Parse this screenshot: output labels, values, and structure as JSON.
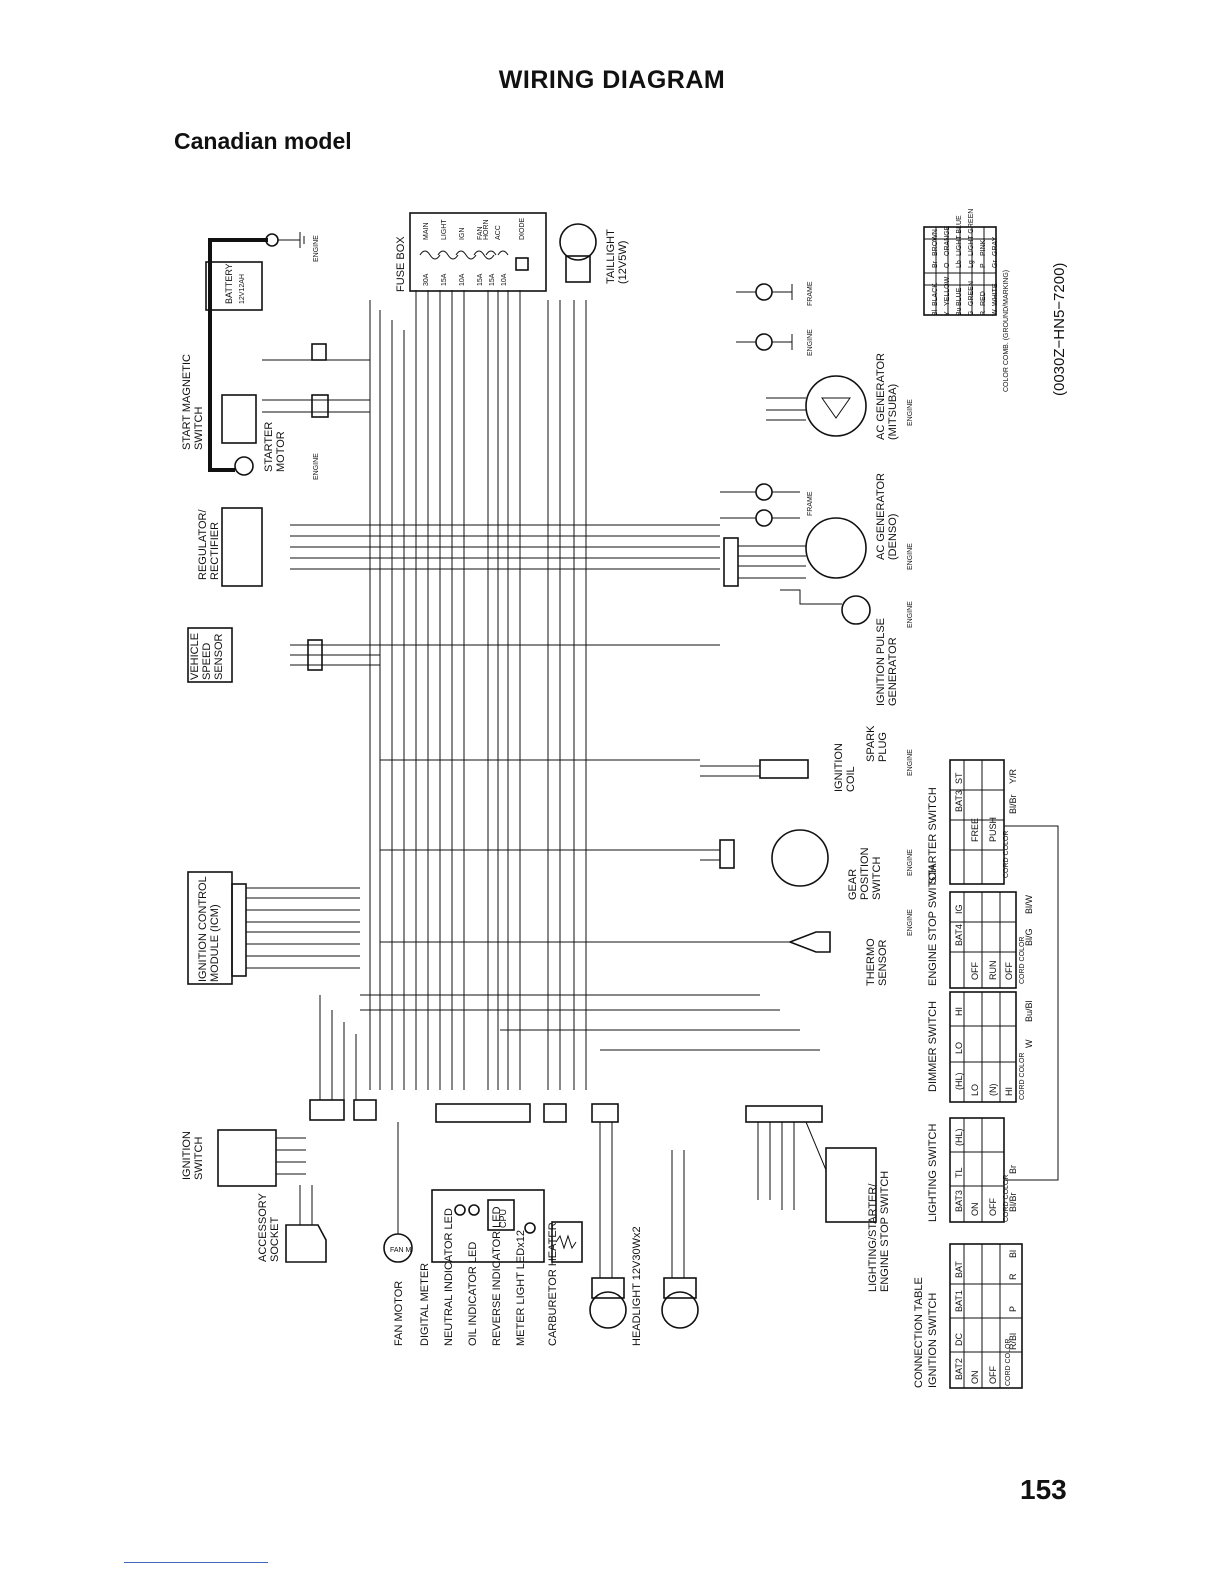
{
  "header": {
    "title": "WIRING DIAGRAM",
    "subtitle": "Canadian model"
  },
  "footer": {
    "page_number": "153",
    "part_number": "(0030Z−HN5−7200)"
  },
  "components": {
    "battery": "BATTERY",
    "battery_spec": "12V12AH",
    "start_magnetic_switch": [
      "START MAGNETIC",
      "SWITCH"
    ],
    "starter_motor": [
      "STARTER",
      "MOTOR"
    ],
    "regulator_rectifier": [
      "REGULATOR/",
      "RECTIFIER"
    ],
    "vehicle_speed_sensor": [
      "VEHICLE",
      "SPEED",
      "SENSOR"
    ],
    "icm": [
      "IGNITION CONTROL",
      "MODULE (ICM)"
    ],
    "ignition_switch": [
      "IGNITION",
      "SWITCH"
    ],
    "accessory_socket": [
      "ACCESSORY",
      "SOCKET"
    ],
    "fuse_box": "FUSE BOX",
    "fuse_names": [
      "MAIN",
      "LIGHT",
      "IGN",
      "FAN",
      "HORN",
      "ACC",
      "DIODE"
    ],
    "fuse_ratings": [
      "30A",
      "15A",
      "10A",
      "15A",
      "15A",
      "10A"
    ],
    "taillight": [
      "TAILLIGHT",
      "(12V5W)"
    ],
    "ac_generator_mitsuba": [
      "AC GENERATOR",
      "(MITSUBA)"
    ],
    "ac_generator_denso": [
      "AC GENERATOR",
      "(DENSO)"
    ],
    "ignition_pulse_generator": [
      "IGNITION PULSE",
      "GENERATOR"
    ],
    "ignition_coil": [
      "IGNITION",
      "COIL"
    ],
    "spark_plug": [
      "SPARK",
      "PLUG"
    ],
    "gear_position_switch": [
      "GEAR",
      "POSITION",
      "SWITCH"
    ],
    "thermo_sensor": [
      "THERMO",
      "SENSOR"
    ],
    "bottom_labels": [
      "FAN MOTOR",
      "DIGITAL METER",
      "NEUTRAL INDICATOR LED",
      "OIL INDICATOR LED",
      "REVERSE INDICATOR LED",
      "METER LIGHT LEDx12",
      "CARBURETOR HEATER",
      "HEADLIGHT 12V30Wx2"
    ],
    "lighting_starter_switch": [
      "LIGHTING/STARTER/",
      "ENGINE STOP SWITCH"
    ],
    "cpu": "CPU",
    "fan_motor_symbol": "FAN M",
    "ground_engine": "ENGINE",
    "ground_frame": "FRAME"
  },
  "color_legend": {
    "rows": [
      [
        "Bl",
        "BLACK",
        "Br",
        "BROWN"
      ],
      [
        "Y",
        "YELLOW",
        "O",
        "ORANGE"
      ],
      [
        "Bu",
        "BLUE",
        "Lb",
        "LIGHT BLUE"
      ],
      [
        "G",
        "GREEN",
        "Lg",
        "LIGHT GREEN"
      ],
      [
        "R",
        "RED",
        "P",
        "PINK"
      ],
      [
        "W",
        "WHITE",
        "Gr",
        "GRAY"
      ]
    ],
    "note": "COLOR COMB. (GROUND/MARKING)"
  },
  "switch_tables": {
    "caption": [
      "CONNECTION TABLE",
      "IGNITION SWITCH"
    ],
    "ignition": {
      "title": "",
      "header": [
        "",
        "BAT2",
        "DC",
        "BAT1",
        "BAT"
      ],
      "rows": [
        [
          "ON",
          "",
          "",
          "",
          ""
        ],
        [
          "OFF",
          "",
          "",
          "",
          ""
        ]
      ],
      "color_row": [
        "CORD COLOR",
        "R/Bl",
        "P",
        "R",
        "Bl"
      ]
    },
    "lighting": {
      "title": "LIGHTING SWITCH",
      "header": [
        "",
        "BAT3",
        "TL",
        "(HL)"
      ],
      "rows": [
        [
          "ON",
          "",
          "",
          ""
        ],
        [
          "OFF",
          "",
          "",
          ""
        ]
      ],
      "color_row": [
        "CORD COLOR",
        "Bl/Br",
        "Br",
        ""
      ]
    },
    "dimmer": {
      "title": "DIMMER SWITCH",
      "header": [
        "",
        "(HL)",
        "LO",
        "HI"
      ],
      "rows": [
        [
          "LO",
          "",
          "",
          ""
        ],
        [
          "(N)",
          "",
          "",
          ""
        ],
        [
          "HI",
          "",
          "",
          ""
        ]
      ],
      "color_row": [
        "CORD COLOR",
        "",
        "W",
        "Bu/Bl"
      ]
    },
    "engine_stop": {
      "title": "ENGINE STOP SWITCH",
      "header": [
        "",
        "BAT4",
        "IG"
      ],
      "rows": [
        [
          "OFF",
          "",
          ""
        ],
        [
          "RUN",
          "",
          ""
        ],
        [
          "OFF",
          "",
          ""
        ]
      ],
      "color_row": [
        "CORD COLOR",
        "Bl/G",
        "Bl/W"
      ]
    },
    "starter": {
      "title": "STARTER SWITCH",
      "header": [
        "",
        "BAT3",
        "ST"
      ],
      "rows": [
        [
          "FREE",
          "",
          ""
        ],
        [
          "PUSH",
          "",
          ""
        ]
      ],
      "color_row": [
        "CORD COLOR",
        "Bl/Br",
        "Y/R"
      ]
    }
  }
}
